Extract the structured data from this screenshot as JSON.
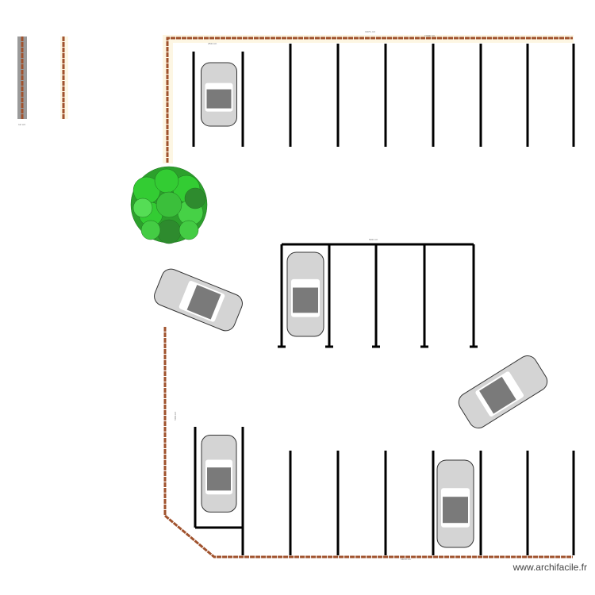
{
  "watermark": "www.archifacile.fr",
  "colors": {
    "wall": "#a0522d",
    "wall_fill": "#fdf6e3",
    "line": "#000000",
    "car_body": "#d4d4d4",
    "car_roof": "#7a7a7a",
    "tree": "#33cc33",
    "tree_dark": "#2e8b2e"
  },
  "dimensions": {
    "top_total": "1971 cm",
    "top_inner": "1390 cm",
    "space_width": "250 cm",
    "left_wall": "500 cm",
    "mid_row": "500 cm",
    "bottom_total": "1670 cm",
    "post_width": "12 cm"
  }
}
